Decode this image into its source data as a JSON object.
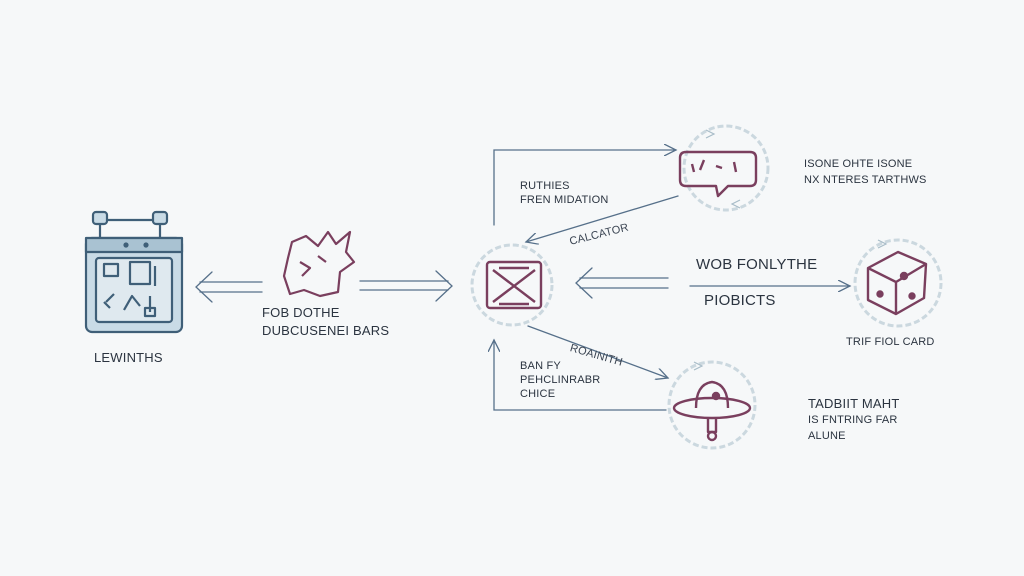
{
  "colors": {
    "background": "#f6f8f9",
    "ink": "#2b3440",
    "node_stroke": "#7a3f5e",
    "machine_stroke": "#3f5f78",
    "machine_fill": "#c9dbe6",
    "arrow": "#56708a",
    "halo": "#c6d4dc"
  },
  "icons": {
    "left_machine": "toolbox-machine-icon",
    "fragment": "broken-fragment-icon",
    "hub": "crossed-box-icon",
    "chat": "speech-bubble-icon",
    "cube": "cube-icon",
    "beacon": "ring-beacon-icon"
  },
  "labels": {
    "machine": "LEWINTHS",
    "fragment_line1": "FOB DOTHE",
    "fragment_line2": "DUBCUSENEI BARS",
    "upper_note_line1": "RUTHIES",
    "upper_note_line2": "FREN MIDATION",
    "upper_diag": "CALCATOR",
    "chat_line1": "ISONE OHTE ISONE",
    "chat_line2": "NX NTERES TARTHWS",
    "middle_line1": "WOB FONLYTHE",
    "middle_line2": "PIOBICTS",
    "cube": "TRIF FIOL CARD",
    "lower_diag": "ROAINITH",
    "lower_note_line1": "BAN FY",
    "lower_note_line2": "PEHCLINRABR",
    "lower_note_line3": "CHICE",
    "beacon_line1": "TADBIIT MAHT",
    "beacon_line2": "IS FNTRING FAR",
    "beacon_line3": "ALUNE"
  }
}
